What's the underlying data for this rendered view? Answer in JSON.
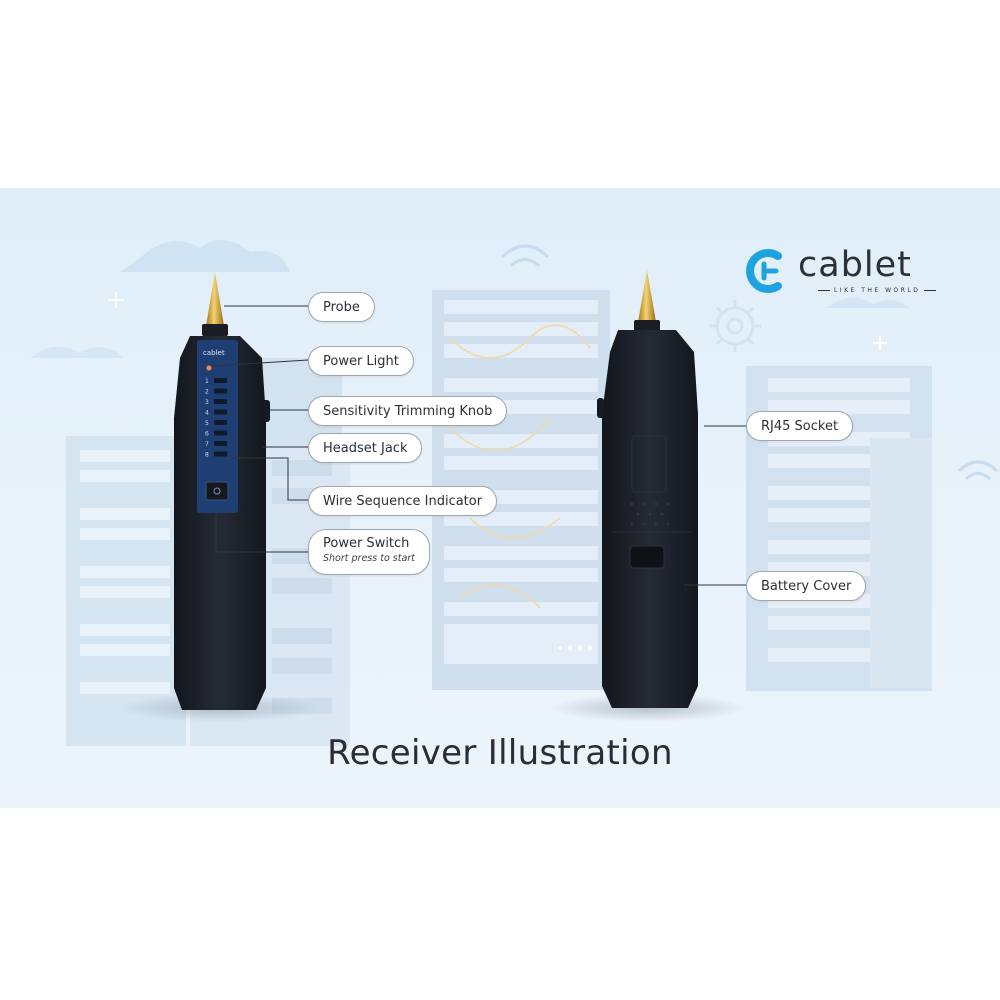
{
  "brand": {
    "name": "cablet",
    "tagline": "LIKE THE WORLD",
    "device_logo_text": "cablet",
    "primary_color": "#1fa2e0"
  },
  "caption": "Receiver Illustration",
  "callouts": {
    "probe": "Probe",
    "power_light": "Power Light",
    "sensitivity_knob": "Sensitivity Trimming Knob",
    "headset_jack": "Headset Jack",
    "wire_sequence": "Wire Sequence Indicator",
    "power_switch": "Power Switch",
    "power_switch_note": "Short press to start",
    "rj45_socket": "RJ45 Socket",
    "battery_cover": "Battery Cover"
  },
  "indicator_numbers": [
    "1",
    "2",
    "3",
    "4",
    "5",
    "6",
    "7",
    "8"
  ],
  "colors": {
    "device_body": "#1c2129",
    "indicator_panel": "#1f3f74",
    "probe_gold": "#d4a52a",
    "background": "#e3effa"
  }
}
